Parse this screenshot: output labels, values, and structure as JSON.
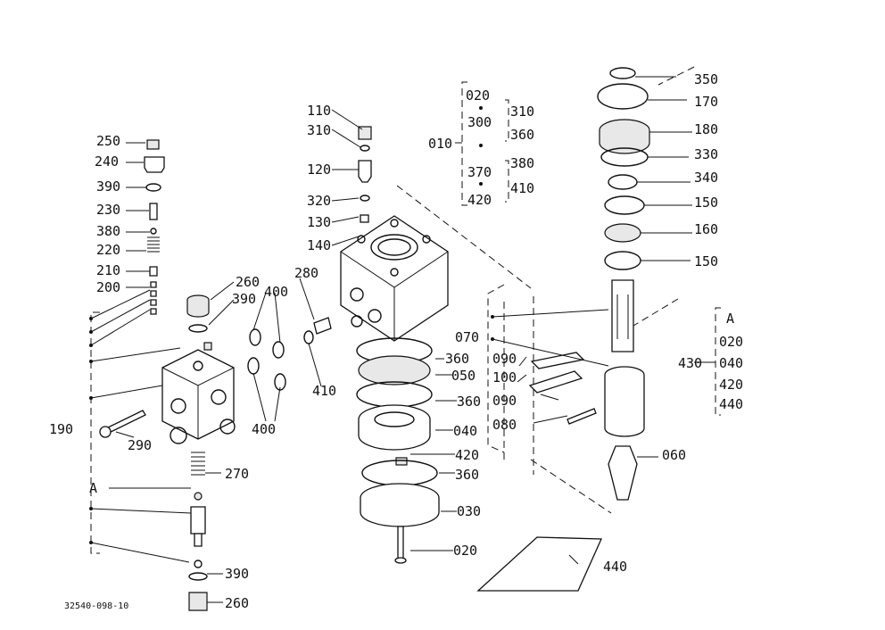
{
  "labels": {
    "p010": "010",
    "p020": "020",
    "p030": "030",
    "p040": "040",
    "p050": "050",
    "p060": "060",
    "p070": "070",
    "p080": "080",
    "p090": "090",
    "p100": "100",
    "p110": "110",
    "p120": "120",
    "p130": "130",
    "p140": "140",
    "p150": "150",
    "p160": "160",
    "p170": "170",
    "p180": "180",
    "p190": "190",
    "p200": "200",
    "p210": "210",
    "p220": "220",
    "p230": "230",
    "p240": "240",
    "p250": "250",
    "p260": "260",
    "p270": "270",
    "p280": "280",
    "p290": "290",
    "p300": "300",
    "p310": "310",
    "p320": "320",
    "p330": "330",
    "p340": "340",
    "p350": "350",
    "p360": "360",
    "p370": "370",
    "p380": "380",
    "p390": "390",
    "p400": "400",
    "p410": "410",
    "p420": "420",
    "p430": "430",
    "p440": "440",
    "letter_a": "A"
  },
  "drawing_number": "32540-098-10"
}
